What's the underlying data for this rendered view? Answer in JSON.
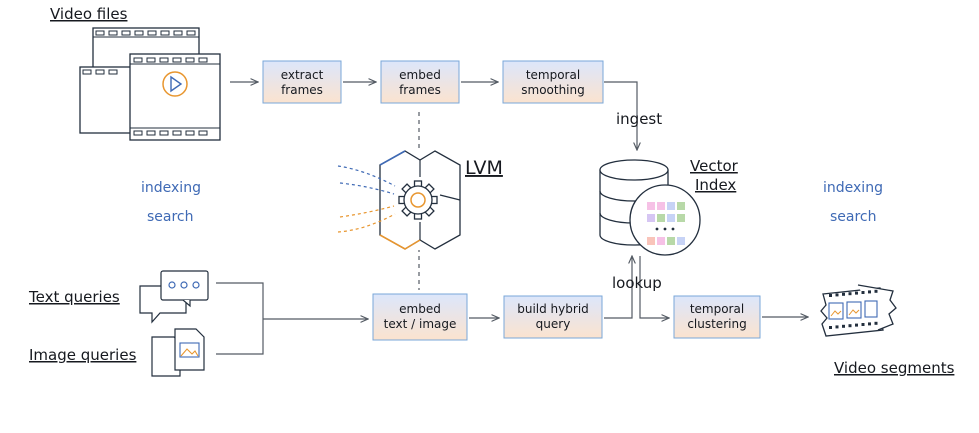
{
  "inputs": {
    "video_files": "Video files",
    "text_queries": "Text queries",
    "image_queries": "Image queries"
  },
  "pipeline": {
    "extract_frames": [
      "extract",
      "frames"
    ],
    "embed_frames": [
      "embed",
      "frames"
    ],
    "temporal_smoothing": [
      "temporal",
      "smoothing"
    ],
    "embed_text_image": [
      "embed",
      "text / image"
    ],
    "build_hybrid_query": [
      "build hybrid",
      "query"
    ],
    "temporal_clustering": [
      "temporal",
      "clustering"
    ]
  },
  "labels": {
    "ingest": "ingest",
    "lookup": "lookup",
    "lvm": "LVM",
    "vector_index": [
      "Vector",
      "Index"
    ],
    "indexing_left": "indexing",
    "search_left": "search",
    "indexing_right": "indexing",
    "search_right": "search",
    "output": "Video segments"
  },
  "colors": {
    "box_top": "#dce6fb",
    "box_bottom": "#fbe3cf",
    "box_border": "#7aa7d8",
    "accent_blue": "#3f6ab5",
    "accent_orange": "#e8962f",
    "divider": "#9dbbe0"
  },
  "icons": {
    "video": "film-stack-icon",
    "llm": "hexagon-gear-icon",
    "db": "database-icon",
    "chat": "chat-bubbles-icon",
    "image": "image-document-icon",
    "output": "film-strip-icon"
  }
}
